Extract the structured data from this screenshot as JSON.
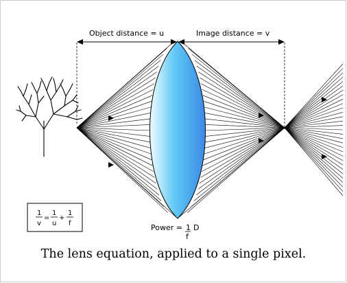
{
  "diagram": {
    "object_distance_label": "Object distance = u",
    "image_distance_label": "Image distance = v",
    "power": {
      "prefix": "Power = ",
      "numerator": "1",
      "denominator": "f",
      "unit": "D"
    },
    "equation": {
      "lhs_num": "1",
      "lhs_den": "v",
      "eq": "=",
      "t1_num": "1",
      "t1_den": "u",
      "plus": "+",
      "t2_num": "1",
      "t2_den": "f"
    },
    "lens_color_stops": [
      "#f0fcff",
      "#5fc8f5",
      "#3b8ae6"
    ],
    "icons": [
      "tree-icon"
    ]
  },
  "caption": "The lens equation, applied to a single pixel."
}
